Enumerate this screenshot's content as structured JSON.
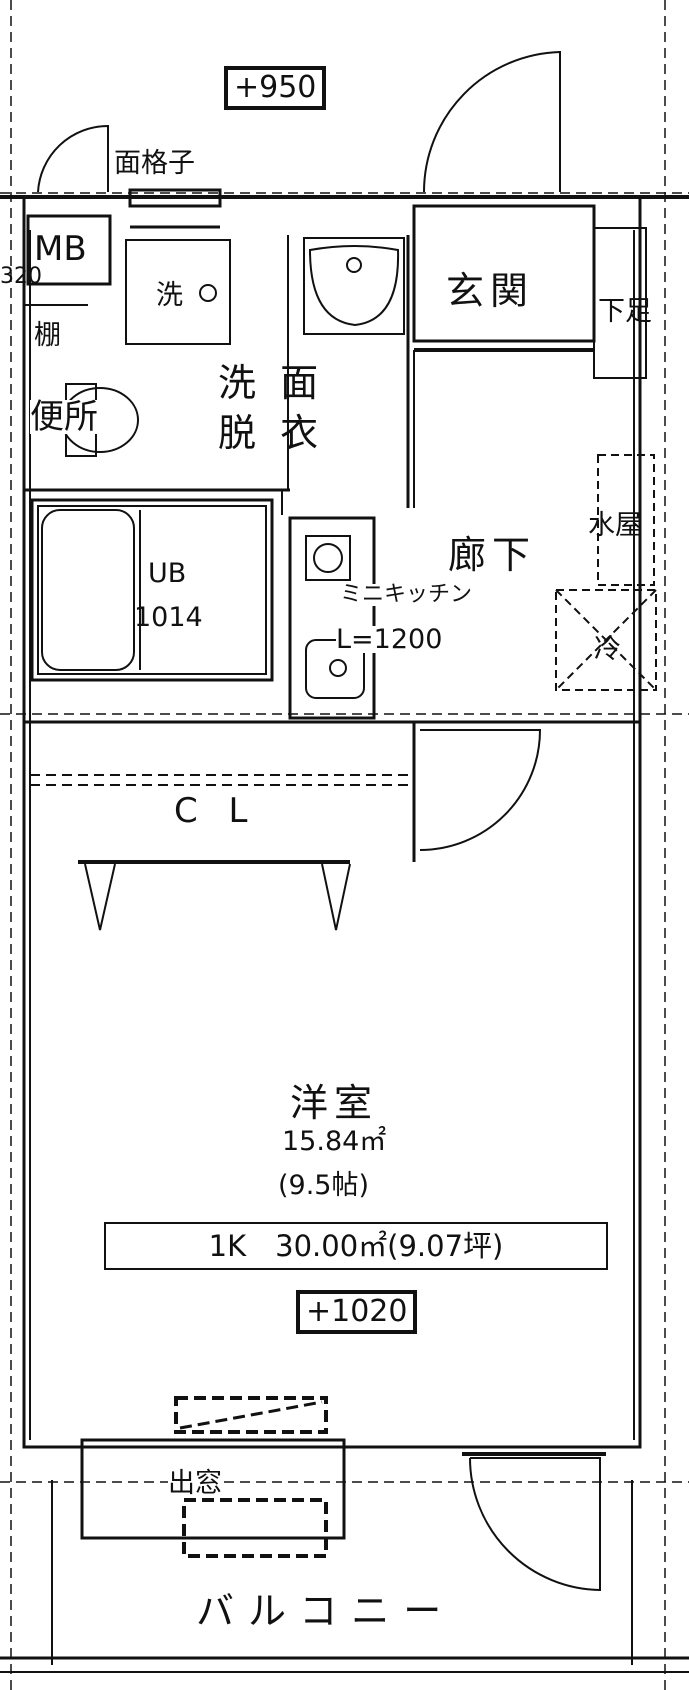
{
  "labels": {
    "level_top": "+950",
    "level_bottom": "+1020",
    "lattice": "面格子",
    "mb": "MB",
    "mb_dim": "320",
    "shelf": "棚",
    "toilet": "便所",
    "washer": "洗",
    "washroom_1": "洗 面",
    "washroom_2": "脱 衣",
    "entrance": "玄関",
    "shoe_box": "下足",
    "utility": "水屋",
    "corridor": "廊下",
    "fridge": "冷",
    "ub_1": "UB",
    "ub_2": "1014",
    "kitchen_1": "ミニキッチン",
    "kitchen_2": "L=1200",
    "closet": "C L",
    "room_name": "洋室",
    "room_area": "15.84㎡",
    "room_tatami": "(9.5帖)",
    "summary": "1K　30.00㎡(9.07坪)",
    "bay_window": "出窓",
    "balcony": "バルコニー"
  }
}
